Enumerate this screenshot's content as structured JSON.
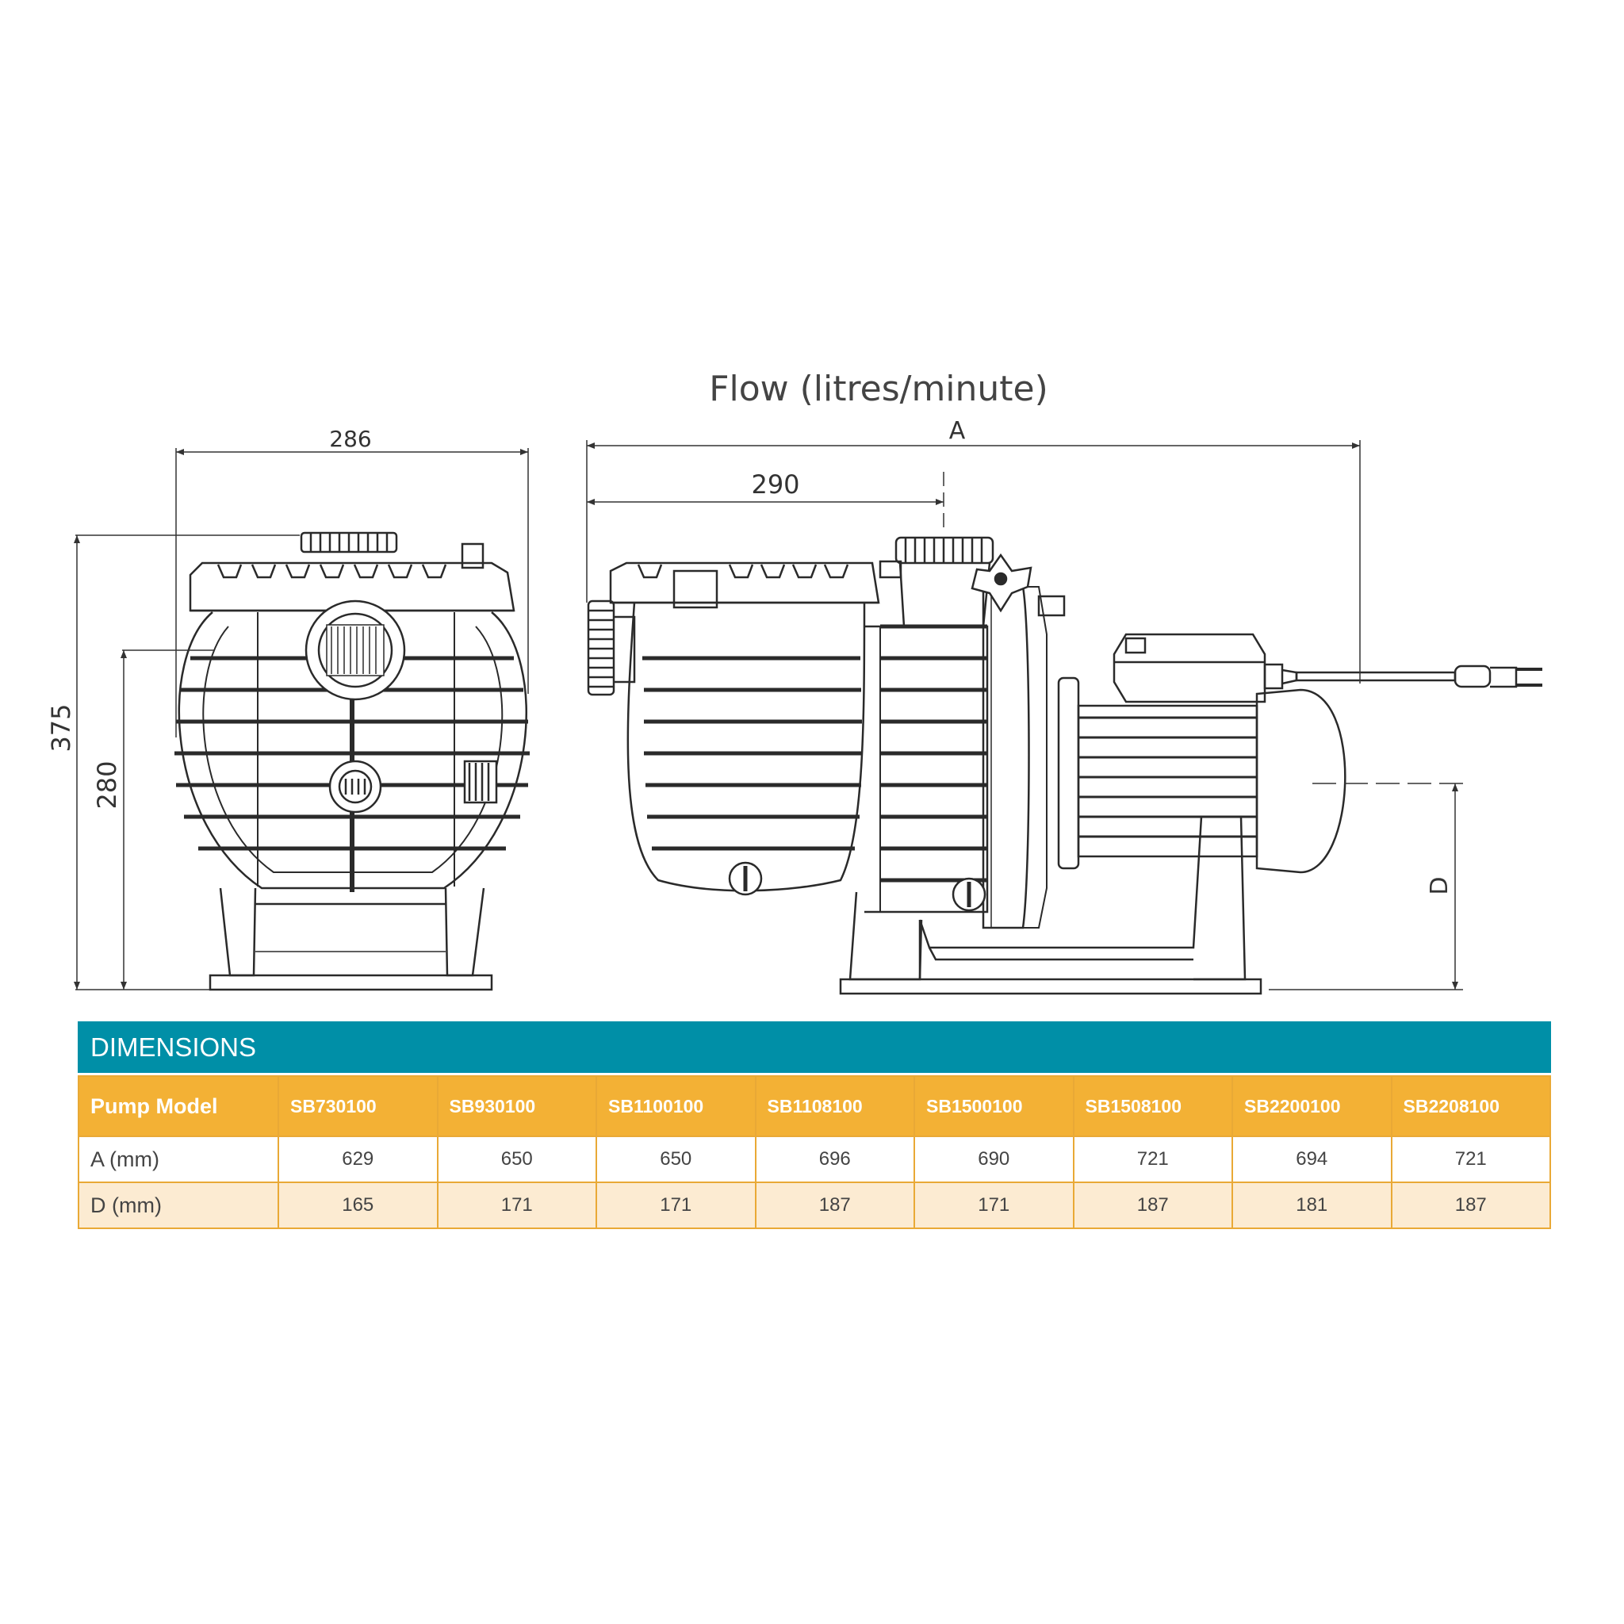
{
  "title": "Flow (litres/minute)",
  "dimension_labels": {
    "width": "286",
    "height_total": "375",
    "height_axis": "280",
    "length_a": "A",
    "offset_290": "290",
    "height_d": "D"
  },
  "table": {
    "banner": "DIMENSIONS",
    "header_label": "Pump Model",
    "models": [
      "SB730100",
      "SB930100",
      "SB1100100",
      "SB1108100",
      "SB1500100",
      "SB1508100",
      "SB2200100",
      "SB2208100"
    ],
    "rows": [
      {
        "label": "A (mm)",
        "values": [
          "629",
          "650",
          "650",
          "696",
          "690",
          "721",
          "694",
          "721"
        ]
      },
      {
        "label": "D (mm)",
        "values": [
          "165",
          "171",
          "171",
          "187",
          "171",
          "187",
          "181",
          "187"
        ]
      }
    ]
  },
  "colors": {
    "banner": "#008fa7",
    "header": "#f3b135",
    "row_alt": "#fcebd2",
    "line": "#2a2a2a"
  }
}
